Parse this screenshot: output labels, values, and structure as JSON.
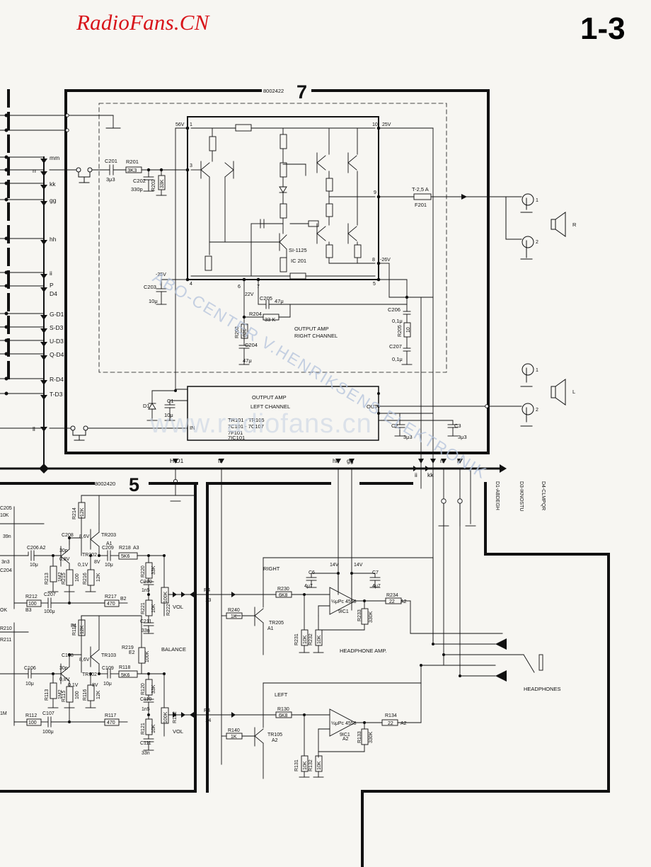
{
  "header": {
    "brand": "RadioFans.CN",
    "page_number": "1-3"
  },
  "watermarks": {
    "diagonal": "ABO-CENTER V.HENRIKSENS ELEKTRONIK",
    "center": "www.radiofans.cn"
  },
  "colors": {
    "brand": "#d8141a",
    "ink": "#111111",
    "watermark": "#b4c3dc"
  },
  "board7": {
    "part_code": "8002422",
    "number": "7",
    "ic_label": "SI-1125",
    "ic_ref": "IC 201",
    "right_channel_title_1": "OUTPUT AMP",
    "right_channel_title_2": "RIGHT CHANNEL",
    "left_channel_title_1": "OUTPUT AMP",
    "left_channel_title_2": "LEFT CHANNEL",
    "left_channel_parts_1": "TR101 - TR105",
    "left_channel_parts_2": "7C101 - 7C107",
    "left_channel_parts_3": "7F101",
    "left_channel_parts_4": "7IC101",
    "in_label": "IN",
    "out_label": "OUT",
    "pin_56v": "56V",
    "pin_1": "1",
    "pin_10": "10",
    "pin_25v": "25V",
    "pin_3": "3",
    "pin_9": "9",
    "pin_8": "8",
    "pin_n26v": "-26V",
    "pin_4": "4",
    "pin_6": "6",
    "pin_7": "7",
    "pin_5": "5",
    "pin_22v": "22V",
    "neg25v": "-25V",
    "c201": "C201",
    "c201_val": "3μ3",
    "r201": "R201",
    "r201_val": "3K3",
    "c202": "C202",
    "c202_val": "330p",
    "r202": "R202",
    "r202_val": "33K",
    "fuse": "T-2,5 A",
    "fuse_ref": "F201",
    "c203": "C203",
    "c203_val": "10μ",
    "c205": "C205",
    "c205_val": "47μ",
    "r204": "R204",
    "r204_val": "33 K",
    "r203": "R203",
    "r203_val": "820",
    "c204": "C204",
    "c204_val": "47μ",
    "c206": "C206",
    "c206_val": "0,1μ",
    "r205": "R205",
    "r205_val": "10",
    "c207": "C207",
    "c207_val": "0,1μ",
    "c1": "C1",
    "c1_val": "10μ",
    "d1": "D1",
    "c2": "C2",
    "c2_val": "3μ3",
    "c3": "C3",
    "c3_val": "3μ3",
    "spk_r": "R",
    "spk_l": "L",
    "jack_1": "1",
    "jack_2": "2"
  },
  "connectors_left": [
    "mm",
    "rr",
    "kk",
    "gg",
    "hh",
    "ii",
    "P",
    "D4",
    "G-D1",
    "S-D3",
    "U-D3",
    "Q-D4",
    "R-D4",
    "T-D3",
    "ll"
  ],
  "bus_labels": [
    "H D1",
    "ff",
    "hh",
    "gg",
    "ii",
    "kk",
    "rr",
    "ll"
  ],
  "legend": [
    "D1-ABDEGH",
    "D3-IKNOSTU",
    "D4-CLMPQR"
  ],
  "board5": {
    "part_code": "8002420",
    "number": "5",
    "right_label": "RIGHT",
    "left_label": "LEFT",
    "balance": "BALANCE",
    "vol": "VOL",
    "headphone_amp": "HEADPHONE AMP.",
    "headphones": "HEADPHONES",
    "ic_val": "½μPc 4558",
    "ic_ref": "9IC1",
    "p4": "P4",
    "p4_13": "13",
    "p4_14": "14",
    "v14": "14V",
    "c6": "C6",
    "c6_val": "4μ7",
    "c7": "C7",
    "c7_val": "4μ7",
    "r230": "R230",
    "r230_val": "6K8",
    "r234": "R234",
    "r234_val": "22",
    "r233": "R233",
    "r233_val": "330K",
    "r231": "R231",
    "r231_val": "10K",
    "r232": "R232",
    "r232_val": "10K",
    "r240": "R240",
    "r240_val": "1K",
    "tr205": "TR205",
    "r130": "R130",
    "r130_val": "6K8",
    "r134": "R134",
    "r134_val": "22",
    "r133": "R133",
    "r133_val": "330K",
    "r131": "R131",
    "r131_val": "10K",
    "r132": "R132",
    "r132_val": "10K",
    "r140": "R140",
    "r140_val": "1K",
    "tr105": "TR105",
    "r214": "R214",
    "r214_val": "12K",
    "c208": "C208",
    "c208_val": "30p",
    "tr203": "TR203",
    "tr202": "TR202",
    "c206b": "C206",
    "c206b_val": "10μ",
    "c209": "C209",
    "c209_val": "10μ",
    "r218": "R218",
    "r218_val": "5K6",
    "r213": "R213",
    "r213_val": "1M2",
    "r215": "R215",
    "r215_val": "100",
    "r216": "R216",
    "r216_val": "12K",
    "r212": "R212",
    "r212_val": "100",
    "c207b": "C207",
    "c207b_val": "100μ",
    "r217": "R217",
    "r217_val": "470",
    "r220": "R220",
    "r220_val": "33K",
    "c210": "C210",
    "c210_val": "1n5",
    "r222": "R222",
    "r222_val": "100K",
    "r221": "R221",
    "r221_val": "10K",
    "c211": "C211",
    "c211_val": "33n",
    "r114": "R114",
    "r114_val": "12K",
    "c108": "C108",
    "c108_val": "30p",
    "tr103": "TR103",
    "tr102": "TR102",
    "c106": "C106",
    "c106_val": "10μ",
    "c109": "C109",
    "c109_val": "10μ",
    "r118": "R118",
    "r118_val": "5K6",
    "r113": "R113",
    "r113_val": "1M2",
    "r115": "R115",
    "r115_val": "100",
    "r116": "R116",
    "r116_val": "12K",
    "r112": "R112",
    "r112_val": "100",
    "c107": "C107",
    "c107_val": "100μ",
    "r117": "R117",
    "r117_val": "470",
    "r219": "R219",
    "r219_val": "100K",
    "r120": "R120",
    "r120_val": "33K",
    "c110": "C110",
    "c110_val": "1n5",
    "r122": "R122",
    "r122_val": "100K",
    "r121": "R121",
    "r121_val": "10K",
    "c111": "C111",
    "c111_val": "33n",
    "v86": "8,6V",
    "v8": "8V",
    "v08": "0,8V",
    "v01": "0,1V",
    "a1": "A1",
    "a2": "A2",
    "a3": "A3",
    "b1": "B1",
    "b2": "B2",
    "b3": "B3",
    "e2": "E2",
    "edge_c205": "C205",
    "edge_c204": "C204",
    "edge_r210": "R210",
    "edge_r211": "R211",
    "edge_10k": "10K",
    "edge_39n": "39n",
    "edge_3n3": "3n3",
    "edge_ok": "OK",
    "edge_1m": "1M"
  }
}
